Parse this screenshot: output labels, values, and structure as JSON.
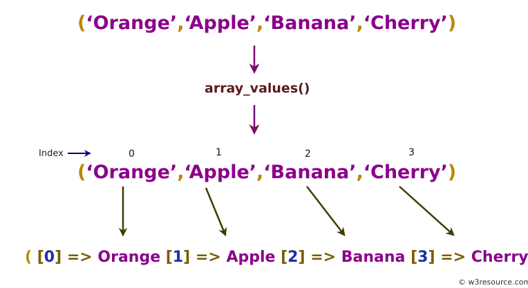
{
  "input": {
    "open": "(",
    "close": ")",
    "items": [
      "‘Orange’",
      "‘Apple’",
      "‘Banana’",
      "‘Cherry’"
    ],
    "separator": ","
  },
  "function_call": "array_values()",
  "index_label": "Index",
  "indices": [
    "0",
    "1",
    "2",
    "3"
  ],
  "output": {
    "items": [
      {
        "index": "0",
        "arrow": "=>",
        "value": "Orange"
      },
      {
        "index": "1",
        "arrow": "=>",
        "value": "Apple"
      },
      {
        "index": "2",
        "arrow": "=>",
        "value": "Banana"
      },
      {
        "index": "3",
        "arrow": "=>",
        "value": "Cherry"
      }
    ]
  },
  "footer": "© w3resource.com",
  "colors": {
    "tuple_word": "#8b008b",
    "tuple_punct": "#b8860b",
    "function": "#5a1a1a",
    "flow_arrow": "#7b0c6e",
    "index_arrow": "#000080",
    "map_arrow": "#3f3a00",
    "result_index": "#1e2fa8"
  }
}
